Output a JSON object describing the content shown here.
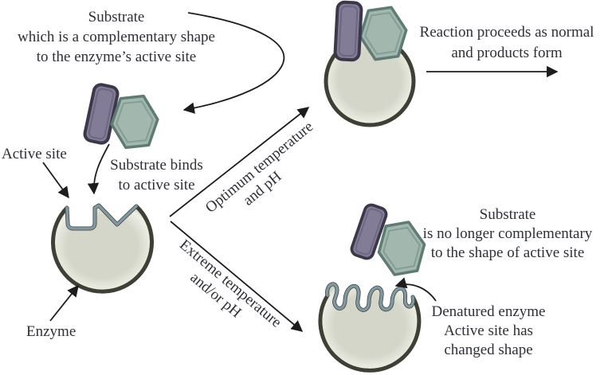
{
  "labels": {
    "substrate_complementary": {
      "lines": [
        "Substrate",
        "which is a complementary shape",
        "to the enzyme’s active site"
      ]
    },
    "active_site": "Active site",
    "substrate_binds": {
      "lines": [
        "Substrate binds",
        "to active site"
      ]
    },
    "enzyme": "Enzyme",
    "optimum": {
      "lines": [
        "Optimum temperature",
        "and pH"
      ]
    },
    "extreme": {
      "lines": [
        "Extreme temperature",
        "and/or pH"
      ]
    },
    "reaction": {
      "lines": [
        "Reaction proceeds as normal",
        "and products form"
      ]
    },
    "substrate_not_complementary": {
      "lines": [
        "Substrate",
        "is no longer complementary",
        "to the shape of active site"
      ]
    },
    "denatured": {
      "lines": [
        "Denatured enzyme",
        "Active site has",
        "changed shape"
      ]
    }
  },
  "colors": {
    "background": "#ffffff",
    "text": "#2d3037",
    "arrow": "#1d1d1d",
    "enzyme_fill": "#d3d5c8",
    "enzyme_outline": "#3e3f35",
    "active_site_line": "#7e99a3",
    "substrate_rect_fill": "#837c96",
    "substrate_rect_outline": "#3c384a",
    "substrate_hex_fill": "#a2b7ad",
    "substrate_hex_outline": "#5e7b74"
  },
  "icons": {
    "enzyme_shape": "enzyme-blob",
    "substrate_rectangle": "purple-rounded-rectangle",
    "substrate_hexagon": "green-hexagon",
    "denatured_enzyme_shape": "enzyme-blob-wavy-top"
  }
}
